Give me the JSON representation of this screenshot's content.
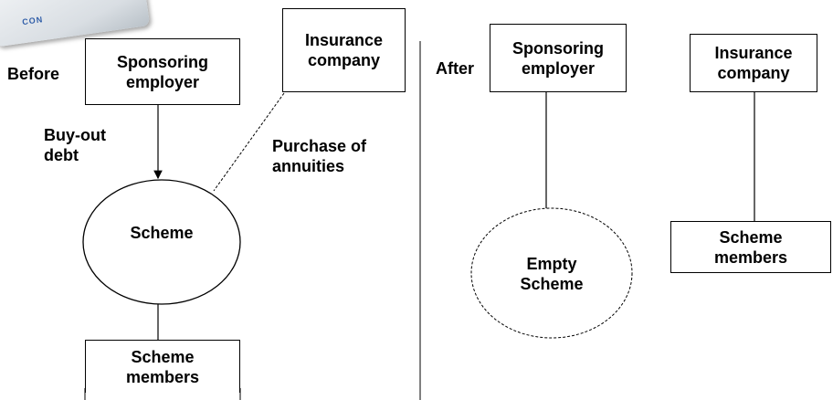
{
  "logo": {
    "text": "CON"
  },
  "before": {
    "label": "Before",
    "sponsor": "Sponsoring\nemployer",
    "insurer": "Insurance\ncompany",
    "buyout_label": "Buy-out\ndebt",
    "purchase_label": "Purchase of\nannuities",
    "scheme": "Scheme",
    "members": "Scheme\nmembers"
  },
  "after": {
    "label": "After",
    "sponsor": "Sponsoring\nemployer",
    "insurer": "Insurance\ncompany",
    "scheme": "Empty\nScheme",
    "members": "Scheme\nmembers"
  }
}
